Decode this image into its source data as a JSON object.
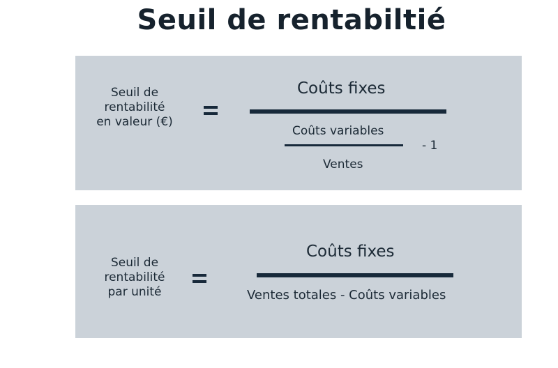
{
  "title": "Seuil de rentabiltié",
  "formulas": [
    {
      "label_lines": [
        "Seuil de",
        "rentabilité",
        "en valeur (€)"
      ],
      "operator": "=",
      "numerator": "Coûts fixes",
      "denominator": {
        "inner_numerator": "Coûts variables",
        "inner_denominator": "Ventes",
        "suffix": "- 1"
      }
    },
    {
      "label_lines": [
        "Seuil de",
        "rentabilité",
        "par unité"
      ],
      "operator": "=",
      "numerator": "Coûts fixes",
      "denominator": "Ventes totales - Coûts variables"
    }
  ],
  "colors": {
    "box_bg": "#cbd2d9",
    "text": "#1c2a36",
    "bar": "#17293a"
  }
}
